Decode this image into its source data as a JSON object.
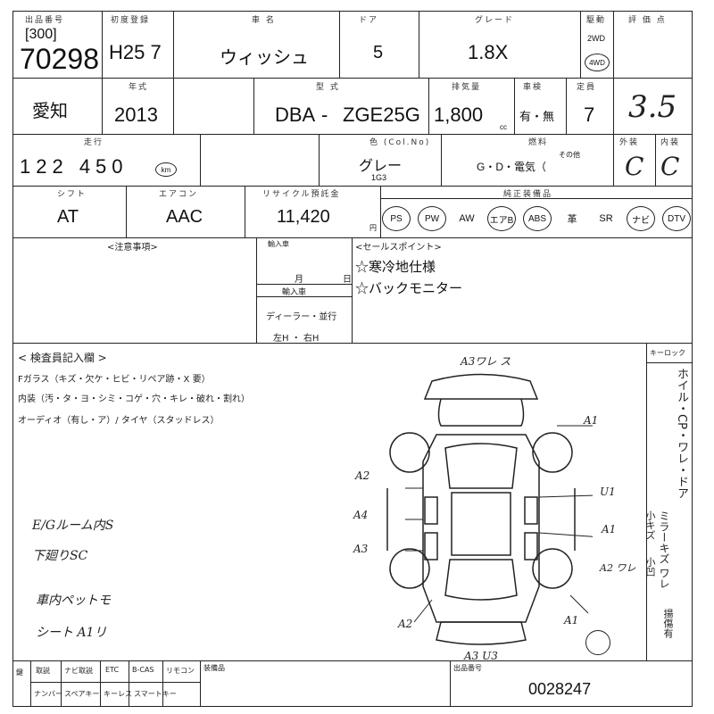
{
  "header": {
    "lot_label": "出品番号",
    "lot_prefix": "[300]",
    "lot_number": "70298",
    "first_reg_label": "初度登録",
    "first_reg": "H25 7",
    "car_name_label": "車 名",
    "car_name": "ウィッシュ",
    "door_label": "ドア",
    "doors": "5",
    "grade_label": "グレード",
    "grade": "1.8X",
    "drive_label": "駆動",
    "drive_2wd": "2WD",
    "drive_4wd": "4WD",
    "eval_label": "評 価 点",
    "eval_score": "3.5",
    "region": "愛知",
    "year_label": "年式",
    "model_year": "2013",
    "model_label": "型 式",
    "model_prefix": "DBA",
    "model_dash": "-",
    "model_code": "ZGE25G",
    "displacement_label": "排気量",
    "displacement": "1,800",
    "displacement_unit": "cc",
    "inspection_label": "車検",
    "inspection_options": "有・無",
    "capacity_label": "定員",
    "capacity": "7",
    "mileage_label": "走行",
    "mileage": "122 450",
    "mileage_unit": "km",
    "color_label": "色 (Col.No)",
    "color": "グレー",
    "color_code": "1G3",
    "fuel_label": "燃料",
    "fuel": "G・D・電気（",
    "fuel_other": "その他",
    "exterior_label": "外装",
    "exterior": "C",
    "interior_label": "内装",
    "interior": "C",
    "shift_label": "シフト",
    "shift": "AT",
    "ac_label": "エアコン",
    "ac": "AAC",
    "recycle_label": "リサイクル預託金",
    "recycle": "11,420",
    "recycle_unit": "円",
    "equipment_label": "純正装備品",
    "equipment": [
      "PS",
      "PW",
      "AW",
      "エアB",
      "ABS",
      "革",
      "SR",
      "ナビ",
      "DTV"
    ]
  },
  "middle": {
    "remarks_label": "<注意事項>",
    "import_label": "輸入車",
    "dealer_text": "ディーラー・並行",
    "handle_text": "左H ・ 右H",
    "month_text": "月",
    "day_text": "日",
    "sales_label": "<セールスポイント>",
    "sales_points": [
      "☆寒冷地仕様",
      "☆バックモニター"
    ]
  },
  "inspection": {
    "title": "< 検査員記入欄 >",
    "line1": "Fガラス（キズ・欠ケ・ヒビ・リペア跡・X 要）",
    "line2": "内装（汚・タ・ヨ・シミ・コゲ・穴・キレ・破れ・割れ）",
    "line3": "オーディオ（有し・ア）/ タイヤ（スタッドレス）",
    "hand_notes": [
      "E/Gルーム内S",
      "下廻りSC",
      "車内ペットモ",
      "シート A1リ"
    ],
    "right_label": "キーロック",
    "right_vertical": "ホイル・CP・ワレ・ドア",
    "right_vertical2": "ミラーキズ ワレ",
    "right_vertical3": "小キズ",
    "right_vertical4": "小凹",
    "right_vertical5": "揚傷有",
    "car_marks": {
      "top": "A3ワレ ス",
      "a1_top": "A1",
      "a2_left": "A2",
      "a4_left": "A4",
      "a3_left": "A3",
      "u1_right": "U1",
      "a1_right": "A1",
      "a2_right": "A2 ワレ",
      "a2_bottom": "A2",
      "a1_bottom": "A1",
      "a3_bottom": "A3 U3"
    }
  },
  "footer": {
    "cells_top": [
      "鍵",
      "取説",
      "ナビ取説",
      "ETC",
      "B-CAS",
      "リモコン",
      "装備品"
    ],
    "cells_bottom": [
      "",
      "ナンバー",
      "スペアキー",
      "キーレス",
      "スマートキー",
      ""
    ],
    "receipt_label": "出品番号",
    "receipt_number": "0028247"
  }
}
